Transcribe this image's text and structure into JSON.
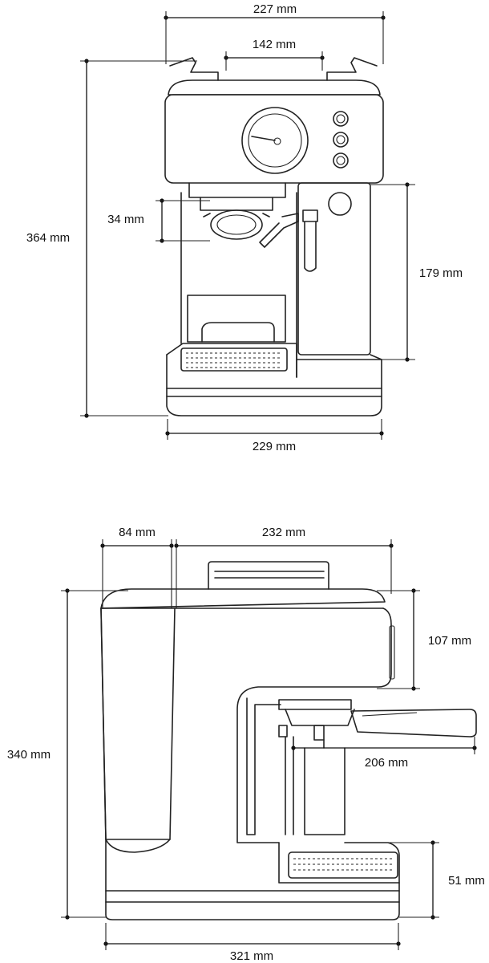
{
  "front_view": {
    "width_top_label": "227 mm",
    "handle_spacing_label": "142 mm",
    "height_label": "364 mm",
    "portafilter_height_label": "34 mm",
    "water_tank_height_label": "179 mm",
    "width_base_label": "229 mm"
  },
  "side_view": {
    "tank_depth_label": "84 mm",
    "body_depth_label": "232 mm",
    "height_label": "340 mm",
    "head_height_label": "107 mm",
    "portafilter_length_label": "206 mm",
    "tray_height_label": "51 mm",
    "total_depth_label": "321 mm"
  }
}
